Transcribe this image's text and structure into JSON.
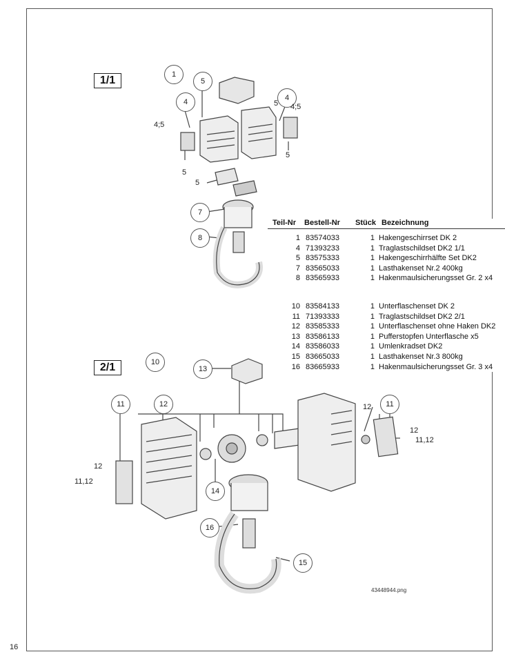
{
  "section1_label": "1/1",
  "section2_label": "2/1",
  "callouts_top": {
    "c1": "1",
    "c5a": "5",
    "c4a": "4",
    "lbl45a": "4;5",
    "lbl5a": "5",
    "lbl5b": "5",
    "c4b": "4",
    "lbl5c": "5",
    "lbl45b": "4;5",
    "lbl5d": "5",
    "c7": "7",
    "c8": "8"
  },
  "callouts_bottom": {
    "c10": "10",
    "c13": "13",
    "c11a": "11",
    "c12a": "12",
    "lbl12a": "12",
    "lbl1112a": "11,12",
    "c14": "14",
    "c16": "16",
    "c15": "15",
    "lbl12b": "12",
    "c11b": "11",
    "lbl12c": "12",
    "lbl1112b": "11,12"
  },
  "parts_table": {
    "headers": {
      "teil": "Teil-Nr",
      "bestell": "Bestell-Nr",
      "stueck": "Stück",
      "bez": "Bezeichnung"
    },
    "group1": [
      {
        "teil": "1",
        "bestell": "83574033",
        "stueck": "1",
        "bez": "Hakengeschirrset  DK 2"
      },
      {
        "teil": "4",
        "bestell": "71393233",
        "stueck": "1",
        "bez": "Traglastschildset  DK2 1/1"
      },
      {
        "teil": "5",
        "bestell": "83575333",
        "stueck": "1",
        "bez": "Hakengeschirrhälfte Set  DK2"
      },
      {
        "teil": "7",
        "bestell": "83565033",
        "stueck": "1",
        "bez": "Lasthakenset  Nr.2 400kg"
      },
      {
        "teil": "8",
        "bestell": "83565933",
        "stueck": "1",
        "bez": "Hakenmaulsicherungsset  Gr. 2 x4"
      }
    ],
    "group2": [
      {
        "teil": "10",
        "bestell": "83584133",
        "stueck": "1",
        "bez": "Unterflaschenset  DK 2"
      },
      {
        "teil": "11",
        "bestell": "71393333",
        "stueck": "1",
        "bez": "Traglastschildset  DK2 2/1"
      },
      {
        "teil": "12",
        "bestell": "83585333",
        "stueck": "1",
        "bez": "Unterflaschenset  ohne Haken DK2"
      },
      {
        "teil": "13",
        "bestell": "83586133",
        "stueck": "1",
        "bez": "Pufferstopfen Unterflasche  x5"
      },
      {
        "teil": "14",
        "bestell": "83586033",
        "stueck": "1",
        "bez": "Umlenkradset  DK2"
      },
      {
        "teil": "15",
        "bestell": "83665033",
        "stueck": "1",
        "bez": "Lasthakenset  Nr.3 800kg"
      },
      {
        "teil": "16",
        "bestell": "83665933",
        "stueck": "1",
        "bez": "Hakenmaulsicherungsset  Gr. 3  x4"
      }
    ]
  },
  "image_filename": "43448944.png",
  "page_number": "16"
}
